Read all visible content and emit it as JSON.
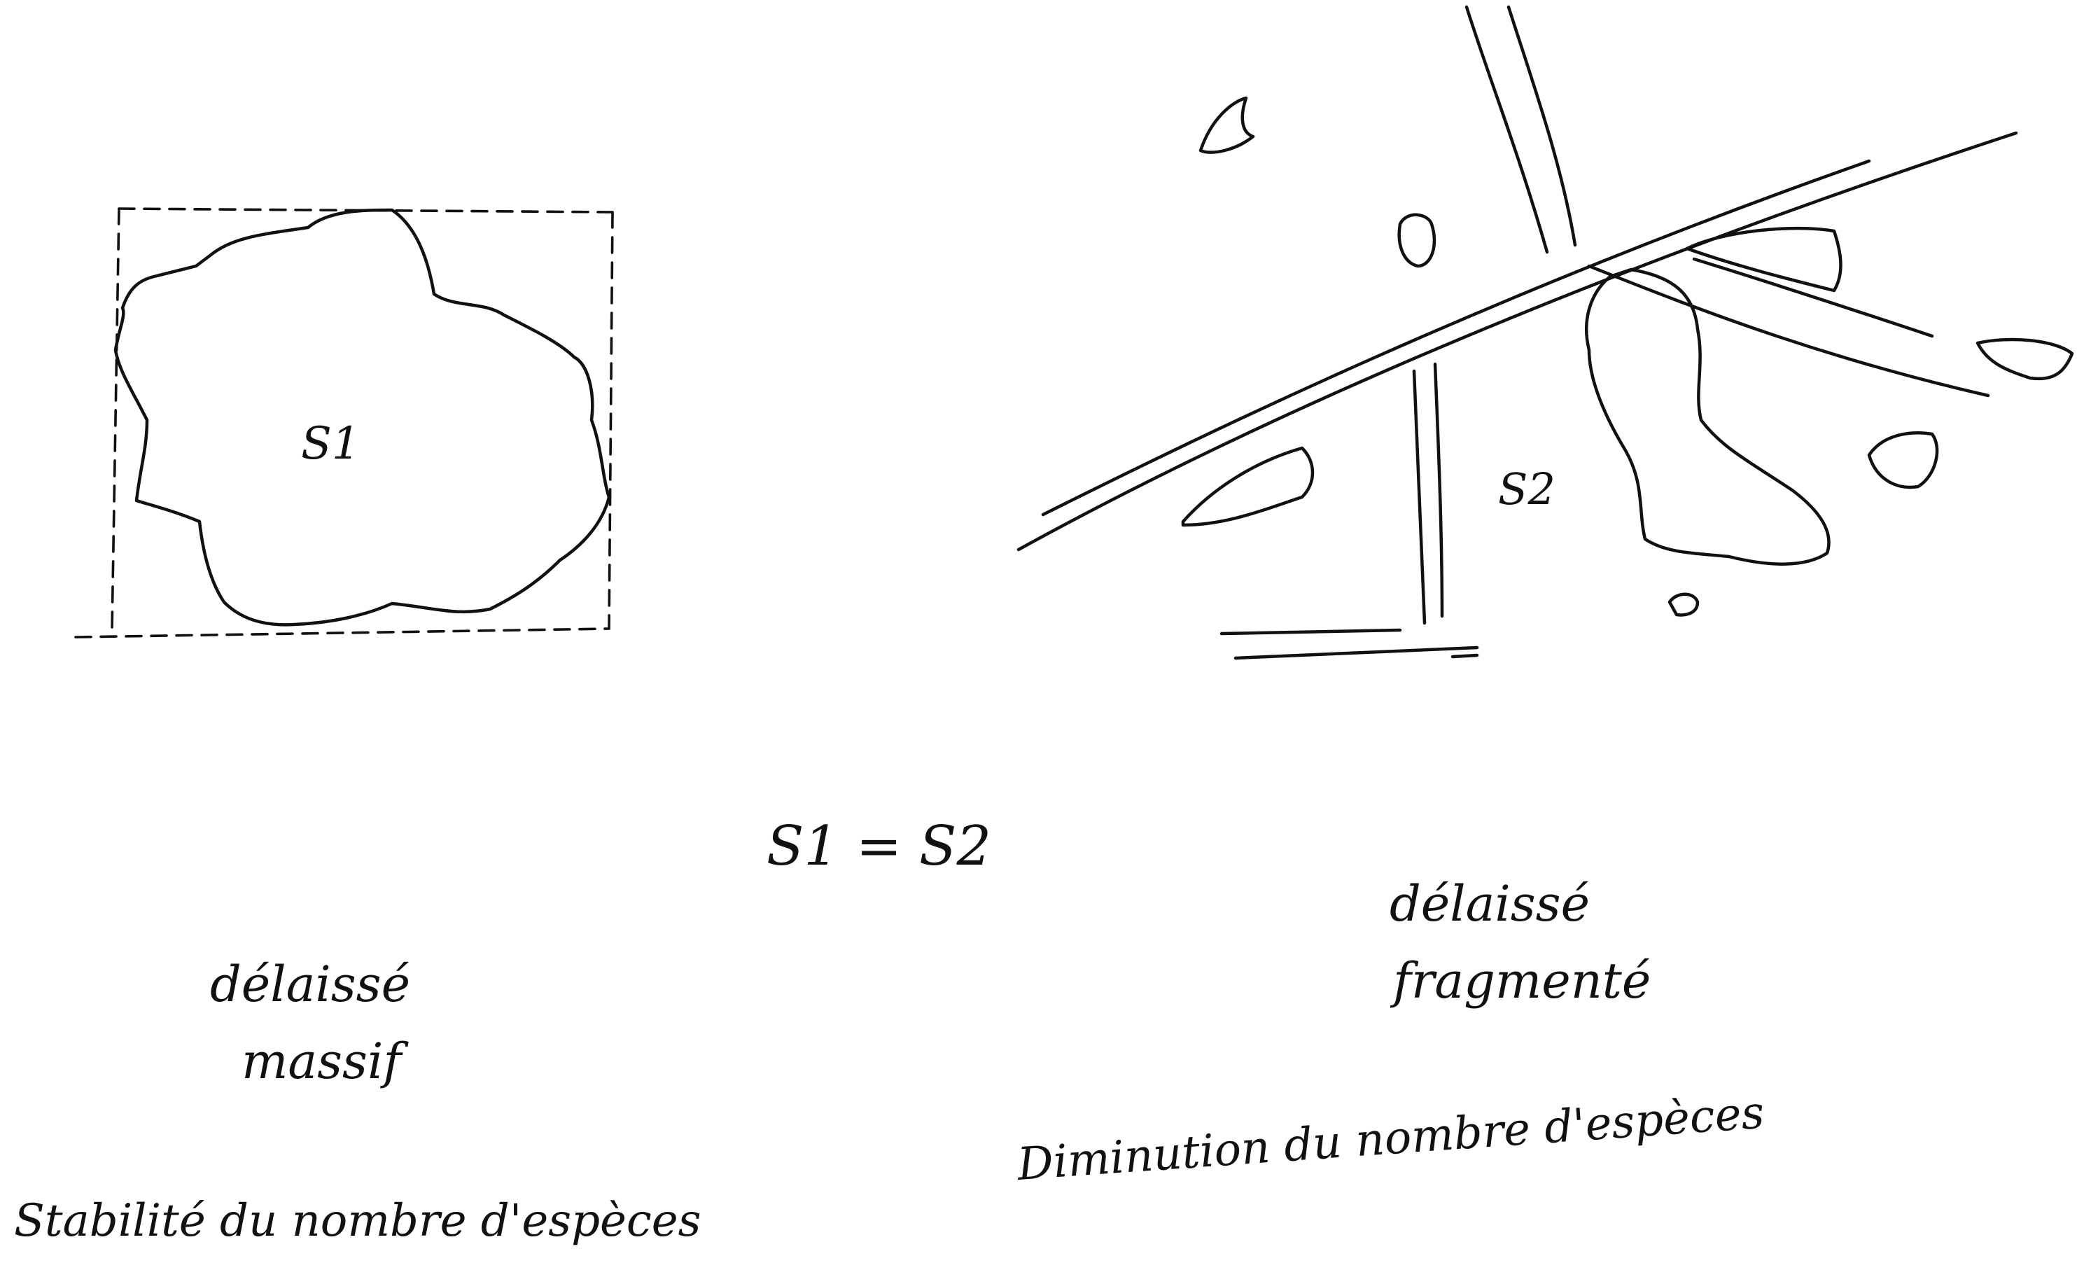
{
  "left_panel": {
    "area_label": "S1",
    "caption_line1": "délaissé",
    "caption_line2": "massif",
    "result": "Stabilité du nombre d'espèces"
  },
  "right_panel": {
    "area_label": "S2",
    "caption_line1": "délaissé",
    "caption_line2": "fragmenté",
    "result": "Diminution du nombre d'espèces"
  },
  "equation": "S1 = S2"
}
